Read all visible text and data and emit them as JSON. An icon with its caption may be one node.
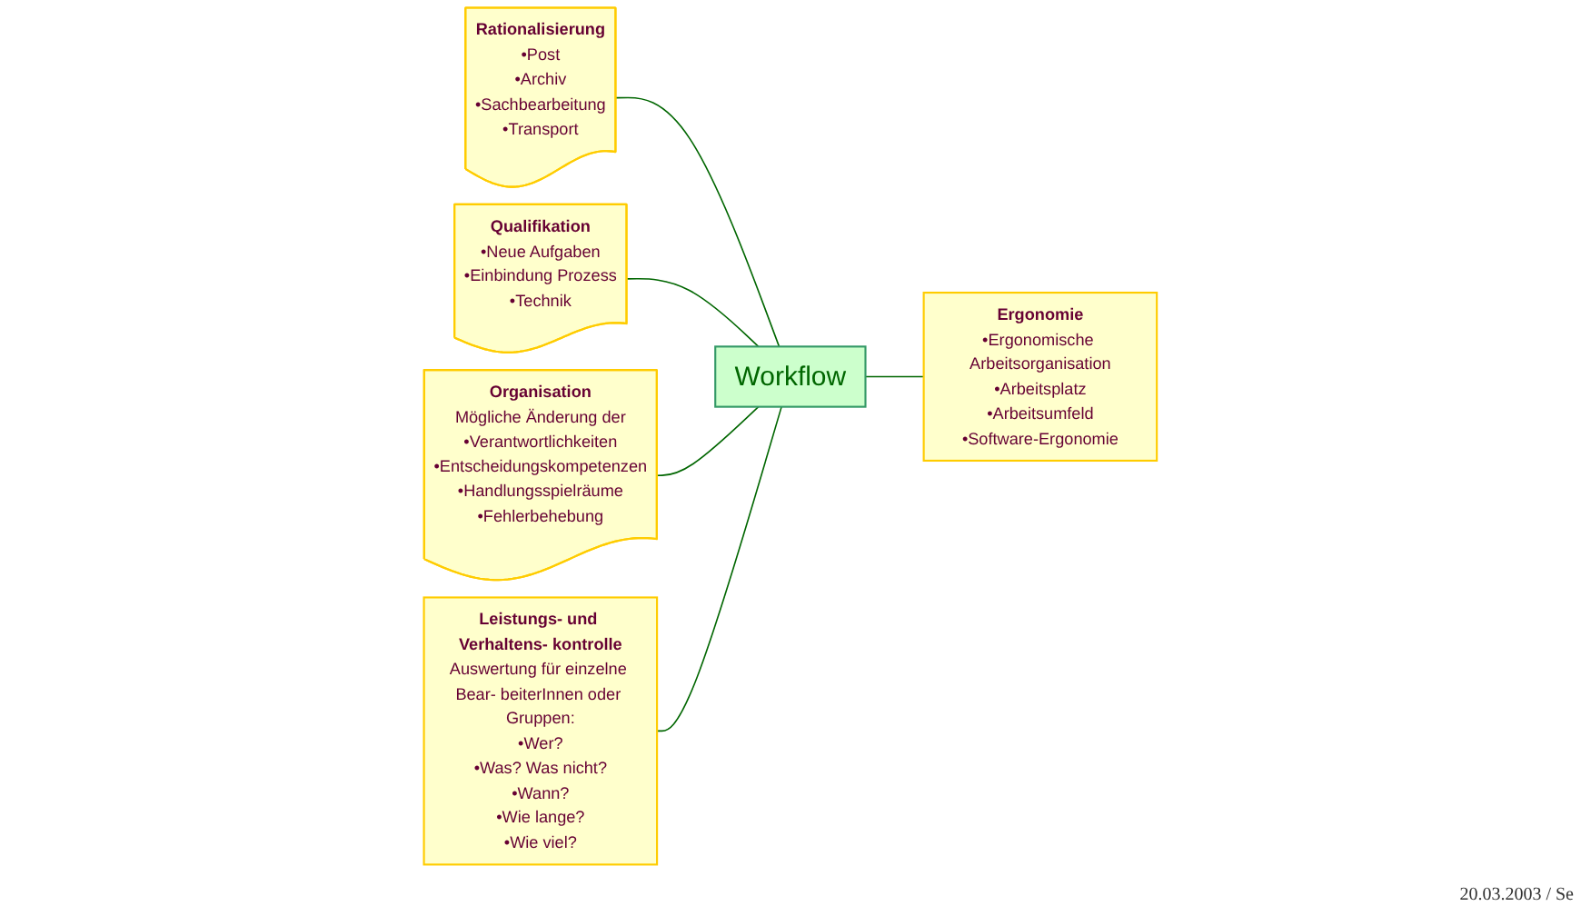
{
  "diagram": {
    "nodes": [
      {
        "text": [
          "Rationalisierung",
          "•Post",
          "•Archiv",
          "•Sachbearbeitung",
          "•Transport"
        ]
      },
      {
        "text": [
          "Qualifikation",
          "•Neue Aufgaben",
          "•Einbindung Prozess",
          "•Technik"
        ]
      },
      {
        "text": [
          "Organisation",
          "Mögliche Änderung der",
          "•Verantwortlichkeiten",
          "•Entscheidungskompetenzen",
          "•Handlungsspielräume",
          "•Fehlerbehebung"
        ]
      },
      {
        "text": [
          "Leistungs- und Verhaltens- kontrolle",
          "Auswertung für einzelne Bear- beiterInnen oder Gruppen:",
          "•Wer?",
          "•Was? Was nicht?",
          "•Wann?",
          "•Wie lange?",
          "•Wie viel?"
        ]
      },
      {
        "text": [
          "Workflow"
        ]
      },
      {
        "text": [
          "Ergonomie",
          "•Ergonomische Arbeitsorganisation",
          "•Arbeitsplatz",
          "•Arbeitsumfeld",
          "•Software-Ergonomie"
        ]
      }
    ],
    "edges": [
      {
        "from": 0,
        "to": 4,
        "arrow": "none"
      },
      {
        "from": 1,
        "to": 4,
        "arrow": "none"
      },
      {
        "from": 2,
        "to": 4,
        "arrow": "none"
      },
      {
        "from": 3,
        "to": 4,
        "arrow": "none"
      },
      {
        "from": 4,
        "to": 5,
        "arrow": "none"
      }
    ],
    "labels": [
      "20.03.2003 / Se"
    ]
  }
}
